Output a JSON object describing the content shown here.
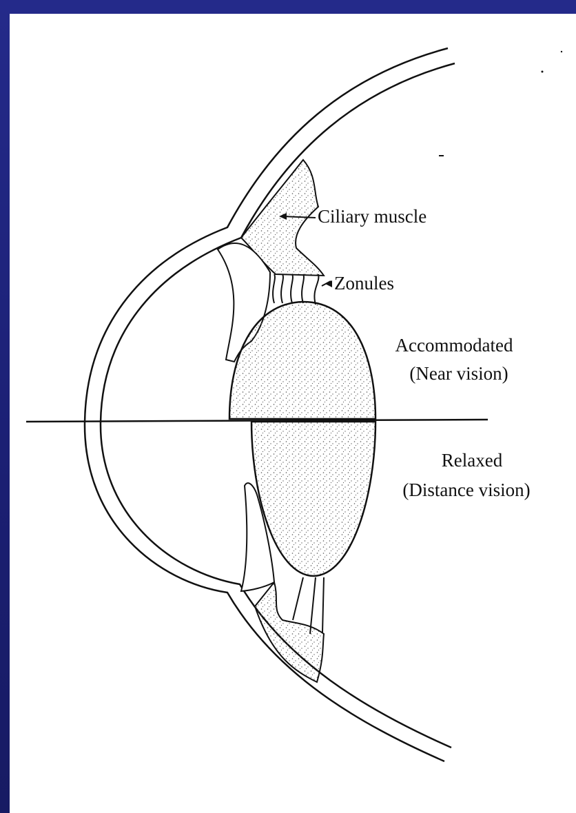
{
  "labels": {
    "ciliary_muscle": "Ciliary muscle",
    "zonules": "Zonules",
    "accommodated": "Accommodated",
    "near_vision": "(Near vision)",
    "relaxed": "Relaxed",
    "distance_vision": "(Distance vision)"
  },
  "colors": {
    "frame": "#1a1f6e",
    "paper": "#ffffff",
    "ink": "#111111",
    "stipple": "#555555"
  }
}
